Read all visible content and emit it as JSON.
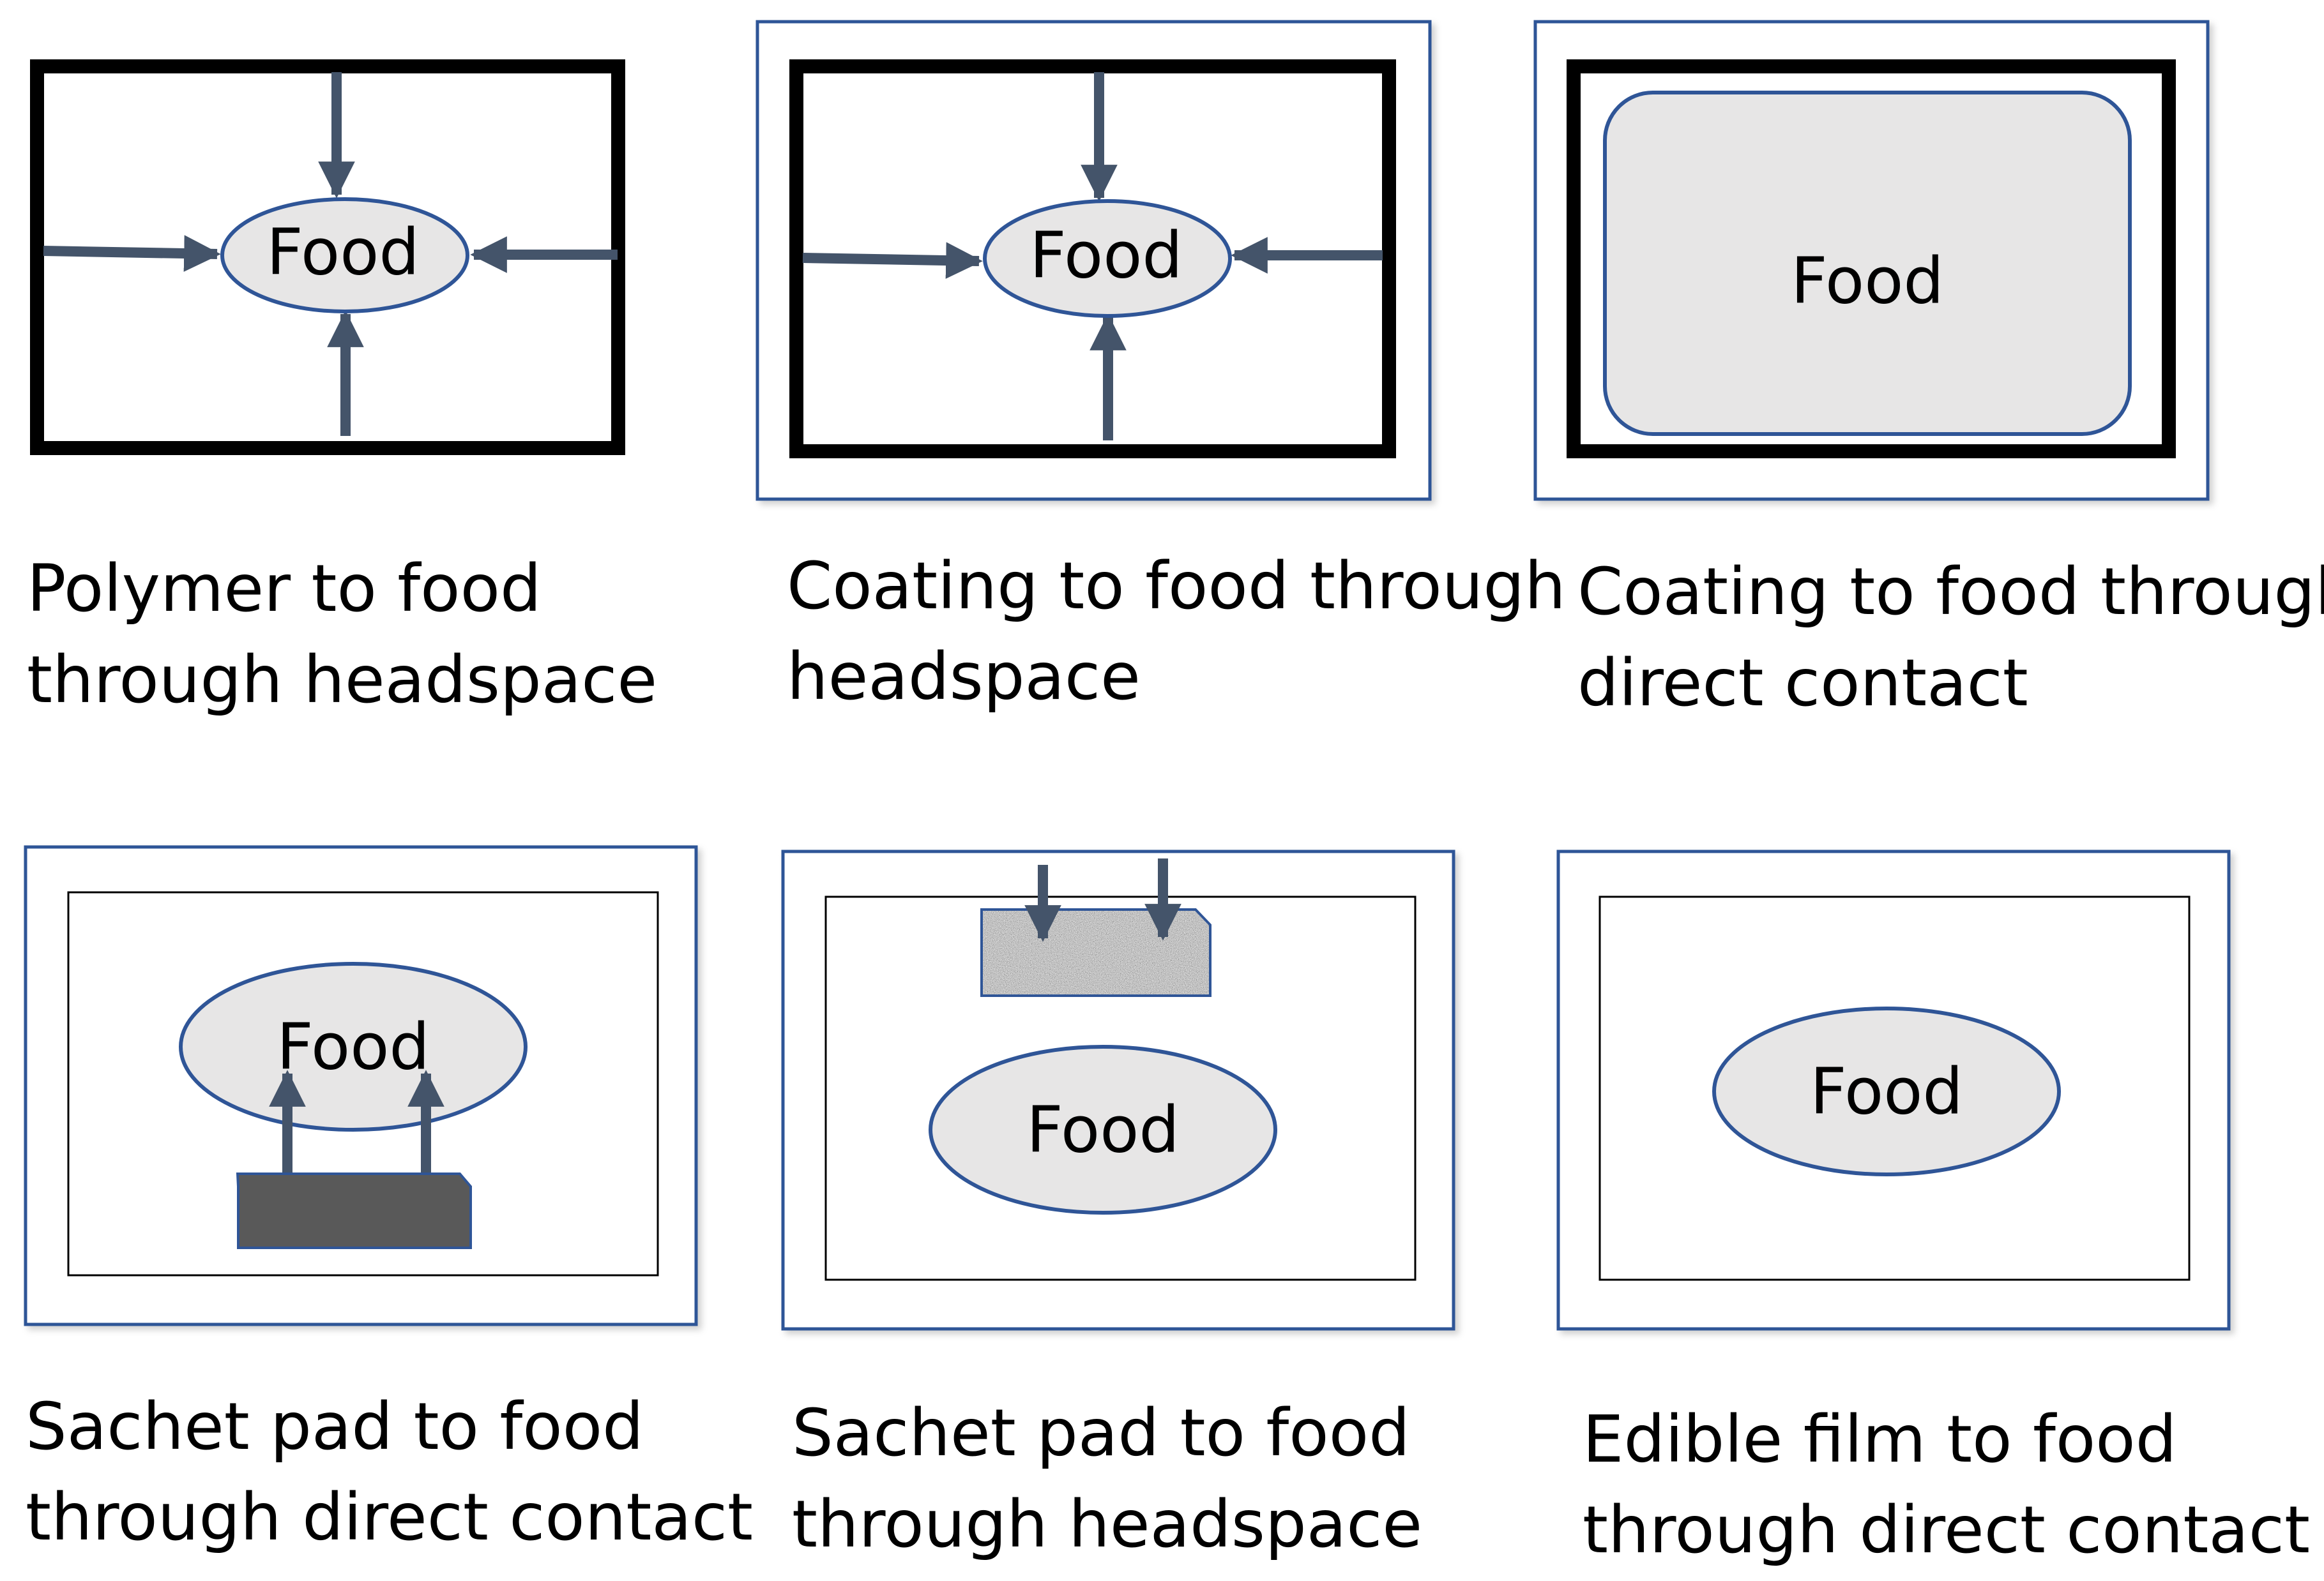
{
  "colors": {
    "arrow": "#44546a",
    "ellipse_fill": "#e7e6e6",
    "outline_blue": "#2f5597",
    "wall_black": "#000000",
    "pad_dark": "#595959"
  },
  "panels": [
    {
      "id": "polymer-headspace",
      "food_label": "Food",
      "caption_line1": "Polymer to food",
      "caption_line2": "through headspace"
    },
    {
      "id": "coating-headspace",
      "food_label": "Food",
      "caption_line1": "Coating to food through",
      "caption_line2": "headspace"
    },
    {
      "id": "coating-direct",
      "food_label": "Food",
      "caption_line1": "Coating to food through",
      "caption_line2": "direct contact"
    },
    {
      "id": "sachet-direct",
      "food_label": "Food",
      "caption_line1": "Sachet pad to food",
      "caption_line2": "through direct contact"
    },
    {
      "id": "sachet-headspace",
      "food_label": "Food",
      "caption_line1": "Sachet pad to food",
      "caption_line2": "through headspace"
    },
    {
      "id": "edible-film-direct",
      "food_label": "Food",
      "caption_line1": "Edible film to food",
      "caption_line2": "through direct contact"
    }
  ]
}
